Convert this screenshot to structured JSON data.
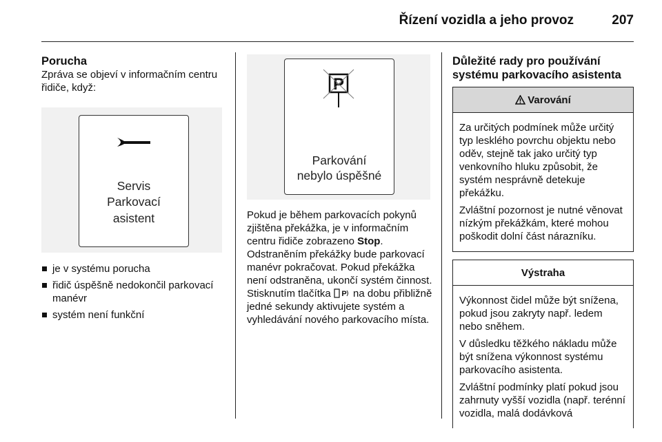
{
  "header": {
    "title": "Řízení vozidla a jeho provoz",
    "page": "207"
  },
  "col1": {
    "heading": "Porucha",
    "intro": "Zpráva se objeví v informačním centru řidiče, když:",
    "display": {
      "line1": "Servis",
      "line2": "Parkovací",
      "line3": "asistent",
      "icon": "wrench-icon"
    },
    "bullets": [
      "je v systému porucha",
      "řidič úspěšně nedokončil parkovací manévr",
      "systém není funkční"
    ]
  },
  "col2": {
    "display": {
      "line1": "Parkování",
      "line2": "nebylo úspěšné",
      "icon": "parking-crossed-icon"
    },
    "para_before_bold": "Pokud je během parkovacích pokynů zjištěna překážka, je v informačním centru řidiče zobrazeno ",
    "bold": "Stop",
    "para_after_bold": ". Odstraněním překážky bude parkovací manévr pokračovat. Pokud překážka není odstraněna, ukončí systém činnost. Stisknutím tlačítka",
    "para_after_icon": " na dobu přibližně jedné sekundy aktivujete systém a vyhledávání nového parkovacího místa.",
    "button_icon": "parking-assist-button-icon"
  },
  "col3": {
    "heading": "Důležité rady pro používání systému parkovacího asistenta",
    "warning": {
      "title": "Varování",
      "icon": "warning-triangle-icon",
      "paragraphs": [
        "Za určitých podmínek může určitý typ lesklého povrchu objektu nebo oděv, stejně tak jako určitý typ venkovního hluku způsobit, že systém nesprávně detekuje překážku.",
        "Zvláštní pozornost je nutné věnovat nízkým překážkám, které mohou poškodit dolní část nárazníku."
      ]
    },
    "caution": {
      "title": "Výstraha",
      "paragraphs": [
        "Výkonnost čidel může být snížena, pokud jsou zakryty např. ledem nebo sněhem.",
        "V důsledku těžkého nákladu může být snížena výkonnost systému parkovacího asistenta.",
        "Zvláštní podmínky platí pokud jsou zahrnuty vyšší vozidla (např. terénní vozidla, malá dodávková"
      ]
    }
  }
}
